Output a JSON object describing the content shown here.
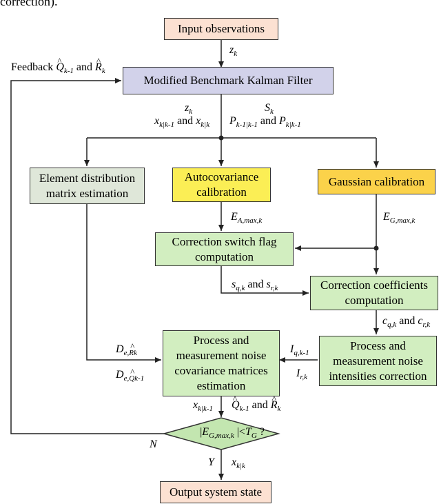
{
  "top_text": "correction).",
  "boxes": {
    "input": "Input observations",
    "kalman": "Modified Benchmark Kalman Filter",
    "element_distribution": "Element distribution matrix estimation",
    "autocovariance": "Autocovariance calibration",
    "gaussian": "Gaussian calibration",
    "switch_flag": "Correction switch flag computation",
    "coefficients": "Correction coefficients computation",
    "noise_cov": "Process and measurement noise covariance matrices estimation",
    "intensities": "Process and measurement noise intensities correction",
    "decision": "|EG,max,k |<TG ?",
    "output": "Output system state"
  },
  "labels": {
    "zk_in": "zk",
    "feedback": "Feedback Q̂k-1 and R̂k",
    "zk_out": "zk",
    "x_pred": "xk|k-1 and xk|k",
    "sk": "Sk",
    "p_pred": "Pk-1|k-1 and Pk|k-1",
    "ea": "EA,max,k",
    "eg": "EG,max,k",
    "sq_sr": "sq,k and sr,k",
    "cq_cr": "cq,k and cr,k",
    "de_r": "De,R̂k",
    "de_q": "De,Q̂k-1",
    "iq": "Iq,k-1",
    "ir": "Ir,k",
    "x_k1": "xk|k-1",
    "q_r": "Q̂k-1 and R̂k",
    "n": "N",
    "y": "Y",
    "x_kk": "xk|k"
  },
  "colors": {
    "peach": "#fce1d2",
    "lavender": "#d2d2ea",
    "grey_green": "#dfe7d9",
    "yellow": "#fbee55",
    "orange": "#fbd24a",
    "green": "#d2eec0",
    "diamond": "#c3e6b0"
  }
}
